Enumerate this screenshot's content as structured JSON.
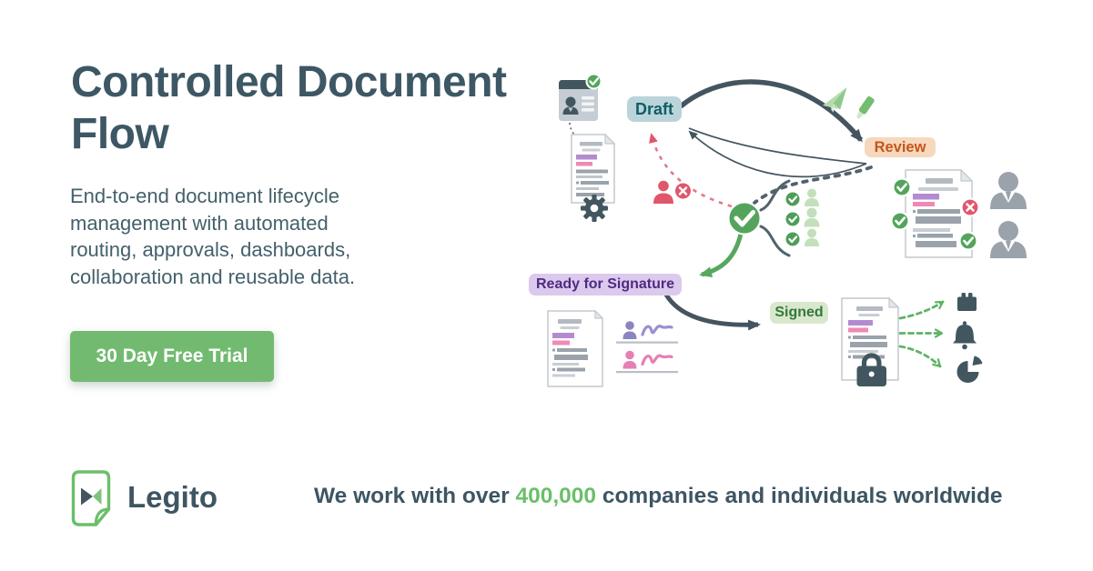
{
  "hero": {
    "title": "Controlled Document Flow",
    "description": "End-to-end document lifecycle management with automated routing, approvals, dashboards, collaboration and reusable data.",
    "cta_label": "30 Day Free Trial"
  },
  "footer": {
    "brand": "Legito",
    "tagline_prefix": "We work with over ",
    "tagline_highlight": "400,000",
    "tagline_suffix": " companies and individuals worldwide"
  },
  "diagram": {
    "stages": {
      "draft": "Draft",
      "review": "Review",
      "ready_for_signature": "Ready for Signature",
      "signed": "Signed"
    },
    "icons": {
      "id_card": "id-card-with-check-icon",
      "document": "document-icon",
      "gear": "gear-icon",
      "paper_plane": "paper-plane-icon",
      "highlighter": "highlighter-icon",
      "rejected_user": "rejected-user-icon",
      "x_circle": "x-circle-icon",
      "approval_check": "check-circle-icon",
      "approver_user": "approver-user-icon",
      "reviewer": "businessman-icon",
      "signature": "signature-squiggle-icon",
      "lock": "lock-icon",
      "calendar": "calendar-icon",
      "bell": "bell-icon",
      "pie_chart": "pie-chart-icon",
      "logo": "legito-logo-document-icon"
    },
    "colors": {
      "dark_slate": "#44555f",
      "brand_green": "#6abf69",
      "button_green": "#72ba70",
      "accent_red": "#e15b6d",
      "accent_pink": "#e77fb4",
      "accent_purple": "#9b8fd0",
      "highlight_purple": "#b48bcf",
      "highlight_pink": "#ee8ab5",
      "draft_badge_bg": "#bad4d9",
      "draft_badge_text": "#0e5e66",
      "review_badge_bg": "#f6d8bd",
      "review_badge_text": "#c4561c",
      "signature_badge_bg": "#dcc9ee",
      "signature_badge_text": "#4f2b80",
      "signed_badge_bg": "#d9e7cd",
      "signed_badge_text": "#33793a"
    }
  }
}
